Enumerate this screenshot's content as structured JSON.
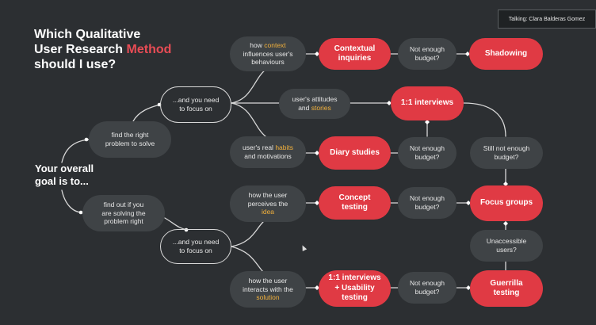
{
  "title": {
    "line1": "Which Qualitative",
    "line2_pre": "User Research ",
    "line2_accent": "Method",
    "line3": "should I use?"
  },
  "goal": {
    "line1": "Your overall",
    "line2": "goal is to..."
  },
  "talking": "Talking: Clara Balderas Gomez",
  "colors": {
    "background": "#2c2f32",
    "red": "#e03a44",
    "grey": "#3f4346",
    "highlight": "#f2b13c",
    "line": "#d8d8d8"
  },
  "nodes": {
    "find_problem": {
      "lines": [
        "find the right",
        "problem to solve"
      ]
    },
    "find_solving": {
      "lines": [
        "find out if you",
        "are solving the",
        "problem right"
      ]
    },
    "focus_top": {
      "lines": [
        "...and you need",
        "to focus on"
      ]
    },
    "focus_bottom": {
      "lines": [
        "...and you need",
        "to focus on"
      ]
    },
    "q_context": {
      "lines": [
        "how ",
        "influences user's",
        "behaviours"
      ],
      "highlight": "context"
    },
    "q_attitudes": {
      "lines": [
        "user's attitudes",
        "and "
      ],
      "highlight": "stories"
    },
    "q_habits": {
      "lines": [
        "user's real ",
        "and motivations"
      ],
      "highlight": "habits"
    },
    "q_perceives": {
      "lines": [
        "how the user",
        "perceives the",
        ""
      ],
      "highlight": "idea"
    },
    "q_interacts": {
      "lines": [
        "how the user",
        "interacts with the",
        ""
      ],
      "highlight": "solution"
    },
    "m_contextual": {
      "lines": [
        "Contextual",
        "inquiries"
      ]
    },
    "m_shadowing": {
      "lines": [
        "Shadowing"
      ]
    },
    "m_interviews": {
      "lines": [
        "1:1 interviews"
      ]
    },
    "m_diary": {
      "lines": [
        "Diary studies"
      ]
    },
    "m_concept": {
      "lines": [
        "Concept",
        "testing"
      ]
    },
    "m_focus": {
      "lines": [
        "Focus groups"
      ]
    },
    "m_usability": {
      "lines": [
        "1:1 interviews",
        "+ Usability",
        "testing"
      ]
    },
    "m_guerrilla": {
      "lines": [
        "Guerrilla",
        "testing"
      ]
    },
    "b_top": {
      "lines": [
        "Not enough",
        "budget?"
      ]
    },
    "b_diary": {
      "lines": [
        "Not enough",
        "budget?"
      ]
    },
    "b_concept": {
      "lines": [
        "Not enough",
        "budget?"
      ]
    },
    "b_usability": {
      "lines": [
        "Not enough",
        "budget?"
      ]
    },
    "b_still": {
      "lines": [
        "Still not enough",
        "budget?"
      ]
    },
    "b_unaccessible": {
      "lines": [
        "Unaccessible",
        "users?"
      ]
    }
  }
}
